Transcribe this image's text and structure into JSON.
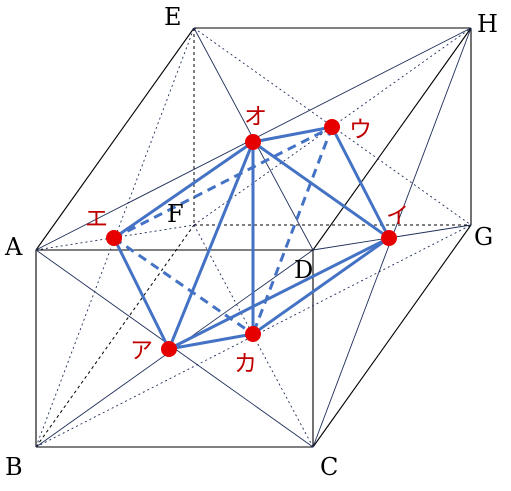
{
  "colors": {
    "edge": "#000000",
    "thin": "#1f2f5a",
    "blue": "#4472c4",
    "dot": "#e60000",
    "red_text": "#c00000"
  },
  "vertex_labels": {
    "A": "A",
    "B": "B",
    "C": "C",
    "D": "D",
    "E": "E",
    "F": "F",
    "G": "G",
    "H": "H"
  },
  "point_labels": {
    "a": "ア",
    "i": "イ",
    "u": "ウ",
    "e": "エ",
    "o": "オ",
    "ka": "カ"
  }
}
